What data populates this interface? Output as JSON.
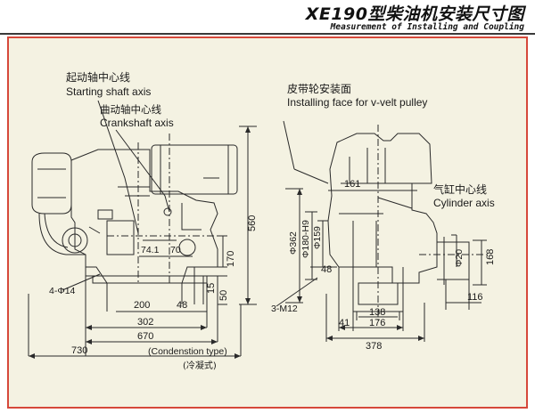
{
  "header": {
    "title": "XE190型柴油机安装尺寸图",
    "subtitle": "Measurement of Installing and Coupling"
  },
  "colors": {
    "panel_background": "#f4f2e2",
    "panel_border": "#d6483a",
    "line": "#2a2a2a"
  },
  "left_view": {
    "starting_shaft_cn": "起动轴中心线",
    "starting_shaft_en": "Starting shaft axis",
    "crankshaft_cn": "曲动轴中心线",
    "crankshaft_en": "Crankshaft axis",
    "dims": {
      "d74": "74.1",
      "d70": "70",
      "d560": "560",
      "d170": "170",
      "d15": "15",
      "d50": "50",
      "d200": "200",
      "d48": "48",
      "d302": "302",
      "d670": "670",
      "d730": "730",
      "holes": "4-Φ14"
    },
    "condensation_en": "(Condenstion type)",
    "condensation_cn": "(冷凝式)"
  },
  "right_view": {
    "pulley_cn": "皮带轮安装面",
    "pulley_en": "Installing face for v-velt pulley",
    "cylinder_cn": "气缸中心线",
    "cylinder_en": "Cylinder axis",
    "dims": {
      "d161": "161",
      "d362": "Φ362",
      "d180": "Φ180-H9",
      "d159": "Φ159",
      "d48": "48",
      "m12": "3-M12",
      "d138": "138",
      "d41": "41",
      "d176": "176",
      "d378": "378",
      "d20": "Φ20",
      "d168": "168",
      "d116": "116"
    }
  }
}
